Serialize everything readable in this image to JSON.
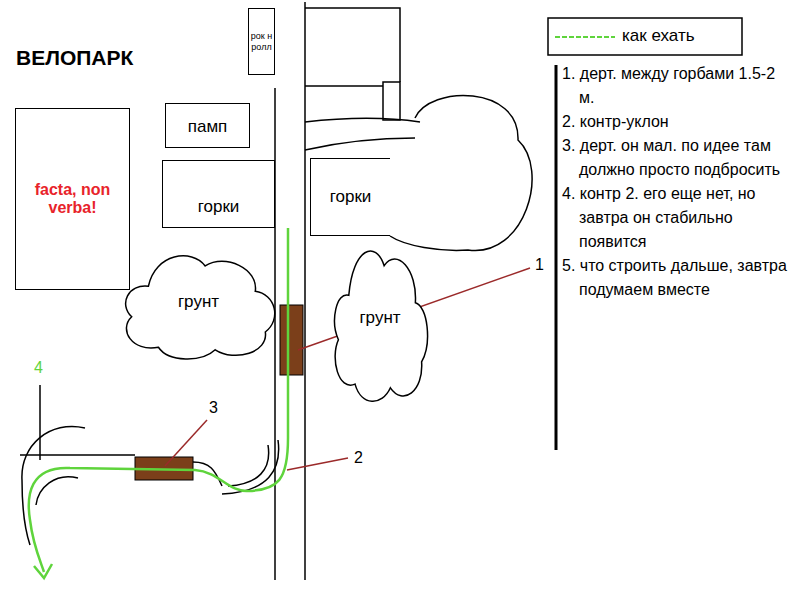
{
  "diagram": {
    "title": "ВЕЛОПАРК",
    "nodes": [
      {
        "text": [
          "рок н ролл"
        ]
      },
      {
        "text": [
          "памп"
        ]
      },
      {
        "text": [
          "горки"
        ]
      },
      {
        "text": [
          "горки"
        ]
      },
      {
        "text": [
          "facta, non verba!"
        ]
      },
      {
        "text": [
          "грунт"
        ]
      },
      {
        "text": [
          "грунт"
        ]
      }
    ],
    "labels": [
      "1",
      "2",
      "3",
      "4",
      "1. дерт. между горбами 1.5-2 м.",
      "2. контр-уклон",
      "3. дерт. он мал. по идее там должно просто подбросить",
      "4. контр 2. его еще нет, но завтра он стабильно появится",
      "5. что строить дальше, завтра подумаем вместе"
    ],
    "legend": [
      {
        "text": "как ехать"
      }
    ]
  }
}
